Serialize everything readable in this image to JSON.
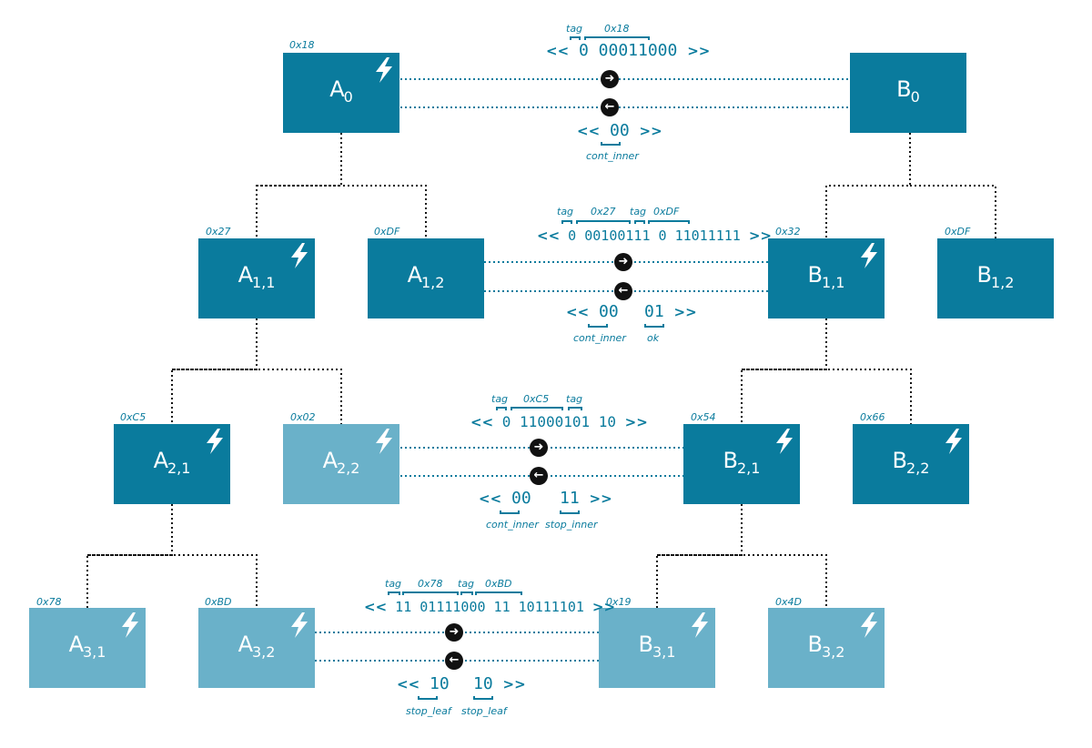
{
  "colors": {
    "dark": "#0a7b9d",
    "light": "#6ab1c9",
    "wire": "#111111",
    "channel": "#0a7b9d"
  },
  "nodes": {
    "A0": {
      "base": "A",
      "sub": "0",
      "hex": "0x18",
      "bolt": true,
      "shade": "dark"
    },
    "B0": {
      "base": "B",
      "sub": "0",
      "hex": "",
      "bolt": false,
      "shade": "dark"
    },
    "A11": {
      "base": "A",
      "sub": "1,1",
      "hex": "0x27",
      "bolt": true,
      "shade": "dark"
    },
    "A12": {
      "base": "A",
      "sub": "1,2",
      "hex": "0xDF",
      "bolt": false,
      "shade": "dark"
    },
    "B11": {
      "base": "B",
      "sub": "1,1",
      "hex": "0x32",
      "bolt": true,
      "shade": "dark"
    },
    "B12": {
      "base": "B",
      "sub": "1,2",
      "hex": "0xDF",
      "bolt": false,
      "shade": "dark"
    },
    "A21": {
      "base": "A",
      "sub": "2,1",
      "hex": "0xC5",
      "bolt": true,
      "shade": "dark"
    },
    "A22": {
      "base": "A",
      "sub": "2,2",
      "hex": "0x02",
      "bolt": true,
      "shade": "light"
    },
    "B21": {
      "base": "B",
      "sub": "2,1",
      "hex": "0x54",
      "bolt": true,
      "shade": "dark"
    },
    "B22": {
      "base": "B",
      "sub": "2,2",
      "hex": "0x66",
      "bolt": true,
      "shade": "dark"
    },
    "A31": {
      "base": "A",
      "sub": "3,1",
      "hex": "0x78",
      "bolt": true,
      "shade": "light"
    },
    "A32": {
      "base": "A",
      "sub": "3,2",
      "hex": "0xBD",
      "bolt": true,
      "shade": "light"
    },
    "B31": {
      "base": "B",
      "sub": "3,1",
      "hex": "0x19",
      "bolt": true,
      "shade": "light"
    },
    "B32": {
      "base": "B",
      "sub": "3,2",
      "hex": "0x4D",
      "bolt": true,
      "shade": "light"
    }
  },
  "channels": {
    "c0": {
      "fwd_labels": [
        "tag",
        "0x18"
      ],
      "fwd_bits": "0 00011000",
      "back_bits": "00",
      "back_labels": [
        "cont_inner"
      ]
    },
    "c1": {
      "fwd_labels": [
        "tag",
        "0x27",
        "tag",
        "0xDF"
      ],
      "fwd_bits": "0 00100111 0 11011111",
      "back_bits_1": "00",
      "back_bits_2": "01",
      "back_labels": [
        "cont_inner",
        "ok"
      ]
    },
    "c2": {
      "fwd_labels": [
        "tag",
        "0xC5",
        "tag"
      ],
      "fwd_bits": "0 11000101 10",
      "back_bits_1": "00",
      "back_bits_2": "11",
      "back_labels": [
        "cont_inner",
        "stop_inner"
      ]
    },
    "c3": {
      "fwd_labels": [
        "tag",
        "0x78",
        "tag",
        "0xBD"
      ],
      "fwd_bits": "11 01111000 11 10111101",
      "back_bits_1": "10",
      "back_bits_2": "10",
      "back_labels": [
        "stop_leaf",
        "stop_leaf"
      ]
    }
  },
  "chevrons": {
    "open": "<<",
    "close": ">>"
  }
}
